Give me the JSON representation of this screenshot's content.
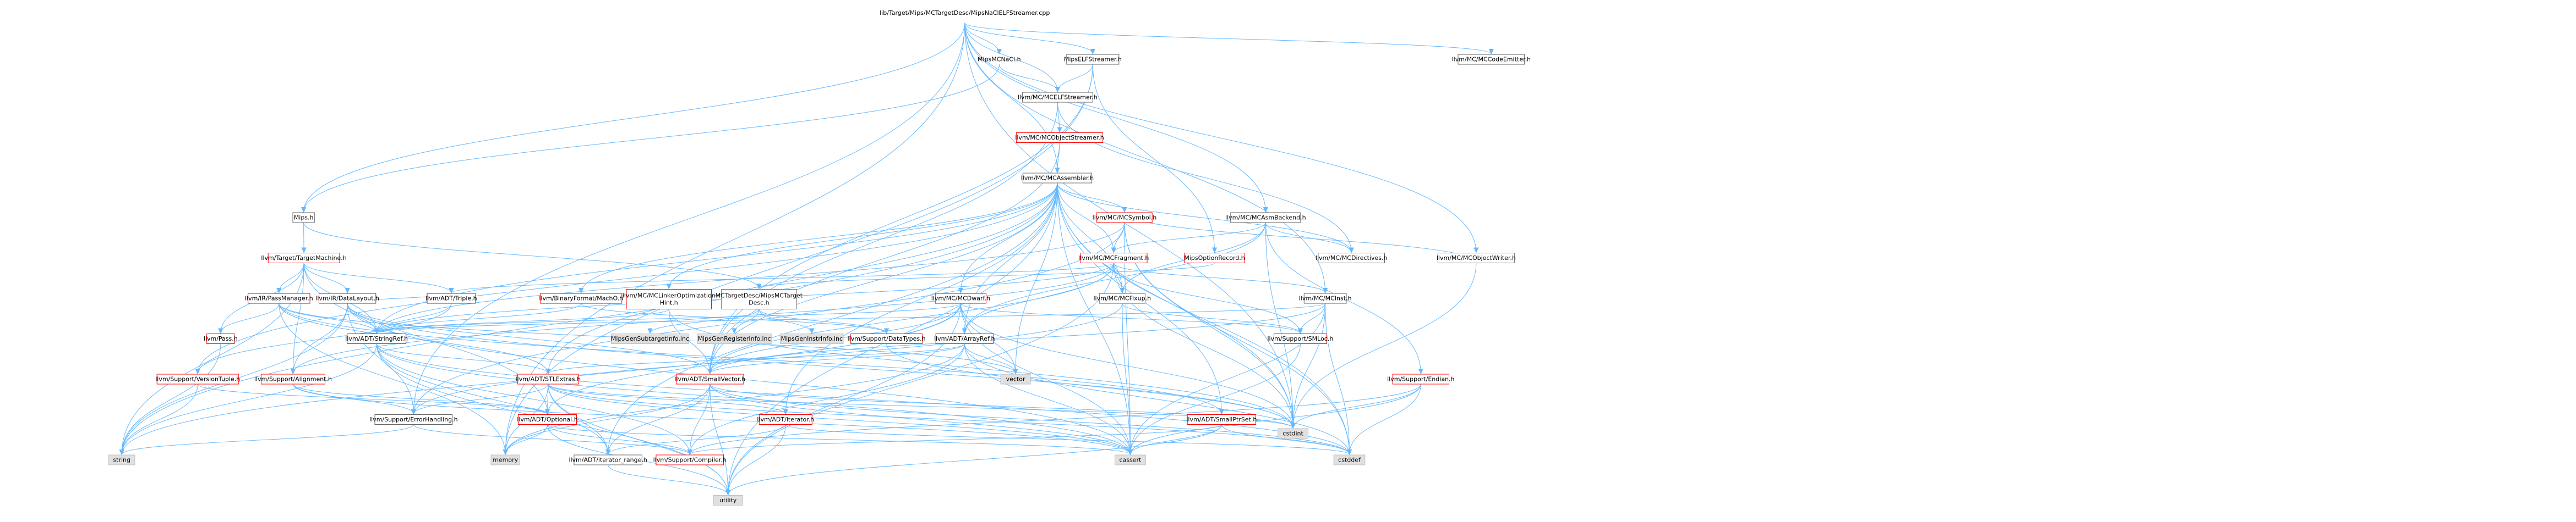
{
  "graph": {
    "colors": {
      "edge": "#63b8ff",
      "focus_fill": "#999999",
      "node_border_black": "#666666",
      "node_border_red": "#ff0000",
      "node_border_gray": "#bfbfbf",
      "node_fill_white": "#ffffff",
      "node_fill_gray": "#e0e0e0"
    },
    "nodes": [
      {
        "id": "root",
        "lines": [
          "lib/Target/Mips/MCTargetDesc/MipsNaClELFStreamer.cpp"
        ],
        "style": "focus"
      },
      {
        "id": "mipsnacl",
        "lines": [
          "MipsMCNaCl.h"
        ],
        "style": "normal"
      },
      {
        "id": "mipself",
        "lines": [
          "MipsELFStreamer.h"
        ],
        "style": "normal"
      },
      {
        "id": "codeemitter",
        "lines": [
          "llvm/MC/MCCodeEmitter.h"
        ],
        "style": "normal"
      },
      {
        "id": "mcelfstreamer",
        "lines": [
          "llvm/MC/MCELFStreamer.h"
        ],
        "style": "normal"
      },
      {
        "id": "mcobjectstreamer",
        "lines": [
          "llvm/MC/MCObjectStreamer.h"
        ],
        "style": "red"
      },
      {
        "id": "mcassembler",
        "lines": [
          "llvm/MC/MCAssembler.h"
        ],
        "style": "normal"
      },
      {
        "id": "mips",
        "lines": [
          "Mips.h"
        ],
        "style": "normal"
      },
      {
        "id": "targetmachine",
        "lines": [
          "llvm/Target/TargetMachine.h"
        ],
        "style": "red"
      },
      {
        "id": "passmanager",
        "lines": [
          "llvm/IR/PassManager.h"
        ],
        "style": "red"
      },
      {
        "id": "datalayout",
        "lines": [
          "llvm/IR/DataLayout.h"
        ],
        "style": "red"
      },
      {
        "id": "pass",
        "lines": [
          "llvm/Pass.h"
        ],
        "style": "red"
      },
      {
        "id": "triple",
        "lines": [
          "llvm/ADT/Triple.h"
        ],
        "style": "red"
      },
      {
        "id": "mcsymbol",
        "lines": [
          "llvm/MC/MCSymbol.h"
        ],
        "style": "red"
      },
      {
        "id": "mcfragment",
        "lines": [
          "llvm/MC/MCFragment.h"
        ],
        "style": "red"
      },
      {
        "id": "mcasmbackend",
        "lines": [
          "llvm/MC/MCAsmBackend.h"
        ],
        "style": "normal"
      },
      {
        "id": "mipsoptionrecord",
        "lines": [
          "MipsOptionRecord.h"
        ],
        "style": "red"
      },
      {
        "id": "mcdirectives",
        "lines": [
          "llvm/MC/MCDirectives.h"
        ],
        "style": "normal"
      },
      {
        "id": "mcobjectwriter",
        "lines": [
          "llvm/MC/MCObjectWriter.h"
        ],
        "style": "normal"
      },
      {
        "id": "machof",
        "lines": [
          "llvm/BinaryFormat/MachO.h"
        ],
        "style": "red"
      },
      {
        "id": "linkeropt",
        "lines": [
          "llvm/MC/MCLinkerOptimization",
          "Hint.h"
        ],
        "style": "red"
      },
      {
        "id": "mctargetdesc",
        "lines": [
          "MCTargetDesc/MipsMCTarget",
          "Desc.h"
        ],
        "style": "normal"
      },
      {
        "id": "mcdwarf",
        "lines": [
          "llvm/MC/MCDwarf.h"
        ],
        "style": "red"
      },
      {
        "id": "mcfixup",
        "lines": [
          "llvm/MC/MCFixup.h"
        ],
        "style": "normal"
      },
      {
        "id": "mcinst",
        "lines": [
          "llvm/MC/MCInst.h"
        ],
        "style": "normal"
      },
      {
        "id": "stringref",
        "lines": [
          "llvm/ADT/StringRef.h"
        ],
        "style": "red"
      },
      {
        "id": "subtargetinfo",
        "lines": [
          "MipsGenSubtargetInfo.inc"
        ],
        "style": "gray"
      },
      {
        "id": "registerinfo",
        "lines": [
          "MipsGenRegisterInfo.inc"
        ],
        "style": "gray"
      },
      {
        "id": "instrinfo",
        "lines": [
          "MipsGenInstrInfo.inc"
        ],
        "style": "gray"
      },
      {
        "id": "datatypes",
        "lines": [
          "llvm/Support/DataTypes.h"
        ],
        "style": "red"
      },
      {
        "id": "arrayref",
        "lines": [
          "llvm/ADT/ArrayRef.h"
        ],
        "style": "red"
      },
      {
        "id": "smloc",
        "lines": [
          "llvm/Support/SMLoc.h"
        ],
        "style": "red"
      },
      {
        "id": "versiontuple",
        "lines": [
          "llvm/Support/VersionTuple.h"
        ],
        "style": "red"
      },
      {
        "id": "alignment",
        "lines": [
          "llvm/Support/Alignment.h"
        ],
        "style": "red"
      },
      {
        "id": "stlextras",
        "lines": [
          "llvm/ADT/STLExtras.h"
        ],
        "style": "red"
      },
      {
        "id": "smallvector",
        "lines": [
          "llvm/ADT/SmallVector.h"
        ],
        "style": "red"
      },
      {
        "id": "vector",
        "lines": [
          "vector"
        ],
        "style": "gray"
      },
      {
        "id": "endian",
        "lines": [
          "llvm/Support/Endian.h"
        ],
        "style": "red"
      },
      {
        "id": "errorhandling",
        "lines": [
          "llvm/Support/ErrorHandling.h"
        ],
        "style": "normal"
      },
      {
        "id": "optional",
        "lines": [
          "llvm/ADT/Optional.h"
        ],
        "style": "red"
      },
      {
        "id": "iterator",
        "lines": [
          "llvm/ADT/iterator.h"
        ],
        "style": "red"
      },
      {
        "id": "smallptrset",
        "lines": [
          "llvm/ADT/SmallPtrSet.h"
        ],
        "style": "red"
      },
      {
        "id": "cstdint",
        "lines": [
          "cstdint"
        ],
        "style": "gray"
      },
      {
        "id": "string",
        "lines": [
          "string"
        ],
        "style": "gray"
      },
      {
        "id": "memory",
        "lines": [
          "memory"
        ],
        "style": "gray"
      },
      {
        "id": "iteratorrange",
        "lines": [
          "llvm/ADT/iterator_range.h"
        ],
        "style": "normal"
      },
      {
        "id": "compiler",
        "lines": [
          "llvm/Support/Compiler.h"
        ],
        "style": "red"
      },
      {
        "id": "cassert",
        "lines": [
          "cassert"
        ],
        "style": "gray"
      },
      {
        "id": "cstddef",
        "lines": [
          "cstddef"
        ],
        "style": "gray"
      },
      {
        "id": "utility",
        "lines": [
          "utility"
        ],
        "style": "gray"
      }
    ],
    "edges": [
      [
        "root",
        "mipsnacl"
      ],
      [
        "root",
        "mipself"
      ],
      [
        "root",
        "codeemitter"
      ],
      [
        "root",
        "mcelfstreamer"
      ],
      [
        "root",
        "mcassembler"
      ],
      [
        "root",
        "mips"
      ],
      [
        "root",
        "mcasmbackend"
      ],
      [
        "root",
        "mcobjectwriter"
      ],
      [
        "root",
        "mcinst"
      ],
      [
        "root",
        "cstdint"
      ],
      [
        "root",
        "errorhandling"
      ],
      [
        "root",
        "memory"
      ],
      [
        "mipsnacl",
        "mcelfstreamer"
      ],
      [
        "mipsnacl",
        "mips"
      ],
      [
        "mipself",
        "mcelfstreamer"
      ],
      [
        "mipself",
        "mipsoptionrecord"
      ],
      [
        "mipself",
        "smallvector"
      ],
      [
        "mipself",
        "memory"
      ],
      [
        "mcelfstreamer",
        "mcobjectstreamer"
      ],
      [
        "mcelfstreamer",
        "smallvector"
      ],
      [
        "mcelfstreamer",
        "mcdirectives"
      ],
      [
        "mcobjectstreamer",
        "mcassembler"
      ],
      [
        "mcobjectstreamer",
        "smallvector"
      ],
      [
        "mcassembler",
        "mcsymbol"
      ],
      [
        "mcassembler",
        "mcfragment"
      ],
      [
        "mcassembler",
        "mcdirectives"
      ],
      [
        "mcassembler",
        "machof"
      ],
      [
        "mcassembler",
        "linkeropt"
      ],
      [
        "mcassembler",
        "mcdwarf"
      ],
      [
        "mcassembler",
        "mcfixup"
      ],
      [
        "mcassembler",
        "arrayref"
      ],
      [
        "mcassembler",
        "stringref"
      ],
      [
        "mcassembler",
        "stlextras"
      ],
      [
        "mcassembler",
        "smallptrset"
      ],
      [
        "mcassembler",
        "smallvector"
      ],
      [
        "mcassembler",
        "versiontuple"
      ],
      [
        "mcassembler",
        "iterator"
      ],
      [
        "mcassembler",
        "iteratorrange"
      ],
      [
        "mcassembler",
        "cassert"
      ],
      [
        "mcassembler",
        "cstddef"
      ],
      [
        "mcassembler",
        "cstdint"
      ],
      [
        "mcassembler",
        "string"
      ],
      [
        "mcassembler",
        "utility"
      ],
      [
        "mcassembler",
        "vector"
      ],
      [
        "mips",
        "targetmachine"
      ],
      [
        "mips",
        "mctargetdesc"
      ],
      [
        "targetmachine",
        "passmanager"
      ],
      [
        "targetmachine",
        "datalayout"
      ],
      [
        "targetmachine",
        "pass"
      ],
      [
        "targetmachine",
        "triple"
      ],
      [
        "targetmachine",
        "stringref"
      ],
      [
        "targetmachine",
        "optional"
      ],
      [
        "targetmachine",
        "string"
      ],
      [
        "targetmachine",
        "alignment"
      ],
      [
        "passmanager",
        "pass"
      ],
      [
        "passmanager",
        "stringref"
      ],
      [
        "passmanager",
        "stlextras"
      ],
      [
        "passmanager",
        "smallptrset"
      ],
      [
        "passmanager",
        "memory"
      ],
      [
        "passmanager",
        "vector"
      ],
      [
        "datalayout",
        "stringref"
      ],
      [
        "datalayout",
        "smallvector"
      ],
      [
        "datalayout",
        "alignment"
      ],
      [
        "datalayout",
        "errorhandling"
      ],
      [
        "datalayout",
        "triple"
      ],
      [
        "datalayout",
        "cassert"
      ],
      [
        "datalayout",
        "cstdint"
      ],
      [
        "datalayout",
        "string"
      ],
      [
        "pass",
        "string"
      ],
      [
        "triple",
        "stringref"
      ],
      [
        "triple",
        "versiontuple"
      ],
      [
        "mcsymbol",
        "mcfragment"
      ],
      [
        "mcsymbol",
        "stringref"
      ],
      [
        "mcsymbol",
        "errorhandling"
      ],
      [
        "mcsymbol",
        "cassert"
      ],
      [
        "mcsymbol",
        "cstddef"
      ],
      [
        "mcsymbol",
        "cstdint"
      ],
      [
        "mcfragment",
        "arrayref"
      ],
      [
        "mcfragment",
        "smallvector"
      ],
      [
        "mcfragment",
        "stringref"
      ],
      [
        "mcfragment",
        "mcfixup"
      ],
      [
        "mcfragment",
        "mcinst"
      ],
      [
        "mcfragment",
        "smloc"
      ],
      [
        "mcfragment",
        "alignment"
      ],
      [
        "mcfragment",
        "cstdint"
      ],
      [
        "mcfragment",
        "utility"
      ],
      [
        "mcfragment",
        "triple"
      ],
      [
        "mcasmbackend",
        "arrayref"
      ],
      [
        "mcasmbackend",
        "mcdirectives"
      ],
      [
        "mcasmbackend",
        "mcfixup"
      ],
      [
        "mcasmbackend",
        "endian"
      ],
      [
        "mcasmbackend",
        "cstdint"
      ],
      [
        "mcasmbackend",
        "mcfragment"
      ],
      [
        "mipsoptionrecord",
        "mctargetdesc"
      ],
      [
        "mcobjectwriter",
        "mcsymbol"
      ],
      [
        "mcobjectwriter",
        "cstdint"
      ],
      [
        "machof",
        "datatypes"
      ],
      [
        "machof",
        "stringref"
      ],
      [
        "linkeropt",
        "stringref"
      ],
      [
        "linkeropt",
        "smallvector"
      ],
      [
        "linkeropt",
        "cstdint"
      ],
      [
        "mctargetdesc",
        "subtargetinfo"
      ],
      [
        "mctargetdesc",
        "registerinfo"
      ],
      [
        "mctargetdesc",
        "instrinfo"
      ],
      [
        "mctargetdesc",
        "datatypes"
      ],
      [
        "mcdwarf",
        "stringref"
      ],
      [
        "mcdwarf",
        "smloc"
      ],
      [
        "mcdwarf",
        "smallvector"
      ],
      [
        "mcdwarf",
        "optional"
      ],
      [
        "mcdwarf",
        "cassert"
      ],
      [
        "mcdwarf",
        "cstdint"
      ],
      [
        "mcdwarf",
        "string"
      ],
      [
        "mcdwarf",
        "utility"
      ],
      [
        "mcdwarf",
        "vector"
      ],
      [
        "mcfixup",
        "smloc"
      ],
      [
        "mcfixup",
        "errorhandling"
      ],
      [
        "mcfixup",
        "cassert"
      ],
      [
        "mcinst",
        "smallvector"
      ],
      [
        "mcinst",
        "smloc"
      ],
      [
        "mcinst",
        "stringref"
      ],
      [
        "mcinst",
        "cstddef"
      ],
      [
        "mcinst",
        "cstdint"
      ],
      [
        "mcinst",
        "cassert"
      ],
      [
        "stringref",
        "stlextras"
      ],
      [
        "stringref",
        "iteratorrange"
      ],
      [
        "stringref",
        "compiler"
      ],
      [
        "stringref",
        "cassert"
      ],
      [
        "stringref",
        "cstddef"
      ],
      [
        "stringref",
        "cstring"
      ],
      [
        "stringref",
        "limits"
      ],
      [
        "stringref",
        "string"
      ],
      [
        "stringref",
        "utility"
      ],
      [
        "arrayref",
        "smallvector"
      ],
      [
        "arrayref",
        "stlextras"
      ],
      [
        "arrayref",
        "compiler"
      ],
      [
        "arrayref",
        "cassert"
      ],
      [
        "arrayref",
        "cstddef"
      ],
      [
        "arrayref",
        "memory"
      ],
      [
        "arrayref",
        "vector"
      ],
      [
        "smloc",
        "cassert"
      ],
      [
        "versiontuple",
        "string"
      ],
      [
        "versiontuple",
        "optional"
      ],
      [
        "alignment",
        "errorhandling"
      ],
      [
        "alignment",
        "cassert"
      ],
      [
        "alignment",
        "optional"
      ],
      [
        "stlextras",
        "optional"
      ],
      [
        "stlextras",
        "iterator"
      ],
      [
        "stlextras",
        "iteratorrange"
      ],
      [
        "stlextras",
        "errorhandling"
      ],
      [
        "stlextras",
        "cassert"
      ],
      [
        "stlextras",
        "cstddef"
      ],
      [
        "stlextras",
        "cstdint"
      ],
      [
        "stlextras",
        "memory"
      ],
      [
        "stlextras",
        "utility"
      ],
      [
        "smallvector",
        "compiler"
      ],
      [
        "smallvector",
        "cassert"
      ],
      [
        "smallvector",
        "cstddef"
      ],
      [
        "smallvector",
        "cstdint"
      ],
      [
        "smallvector",
        "memory"
      ],
      [
        "smallvector",
        "utility"
      ],
      [
        "smallvector",
        "iteratorrange"
      ],
      [
        "endian",
        "compiler"
      ],
      [
        "endian",
        "cassert"
      ],
      [
        "endian",
        "cstddef"
      ],
      [
        "endian",
        "cstdint"
      ],
      [
        "errorhandling",
        "compiler"
      ],
      [
        "errorhandling",
        "string"
      ],
      [
        "optional",
        "compiler"
      ],
      [
        "optional",
        "cassert"
      ],
      [
        "optional",
        "memory"
      ],
      [
        "optional",
        "utility"
      ],
      [
        "iterator",
        "iteratorrange"
      ],
      [
        "iterator",
        "utility"
      ],
      [
        "iterator",
        "cstddef"
      ],
      [
        "smallptrset",
        "compiler"
      ],
      [
        "smallptrset",
        "cassert"
      ],
      [
        "smallptrset",
        "cstddef"
      ],
      [
        "smallptrset",
        "utility"
      ],
      [
        "iteratorrange",
        "utility"
      ],
      [
        "datatypes",
        "cstdint"
      ]
    ]
  }
}
